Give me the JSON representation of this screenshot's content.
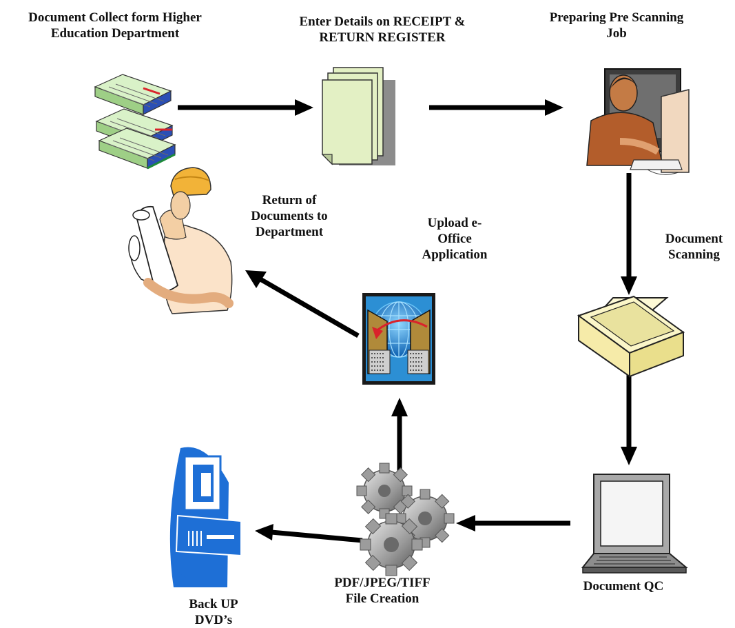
{
  "steps": {
    "collect": "Document Collect form Higher\nEducation Department",
    "register": "Enter Details on RECEIPT &\nRETURN REGISTER",
    "prescan": "Preparing Pre Scanning\nJob",
    "scanning": "Document\nScanning",
    "qc": "Document QC",
    "filecreation": "PDF/JPEG/TIFF\nFile Creation",
    "backup": "Back UP\nDVD’s",
    "upload": "Upload e-\nOffice\nApplication",
    "return": "Return of\nDocuments to\nDepartment"
  },
  "icons": {
    "collect": "stacked-binders-icon",
    "register": "paper-stack-icon",
    "prescan": "person-at-computer-icon",
    "scanning": "flatbed-scanner-icon",
    "qc": "laptop-icon",
    "filecreation": "gears-icon",
    "backup": "desktop-computer-icon",
    "upload": "network-globe-icon",
    "return": "worker-with-blueprints-icon"
  },
  "colors": {
    "arrow": "#000000",
    "text": "#111111",
    "computer_blue": "#1e6fd6",
    "scanner": "#fbf6c8"
  }
}
